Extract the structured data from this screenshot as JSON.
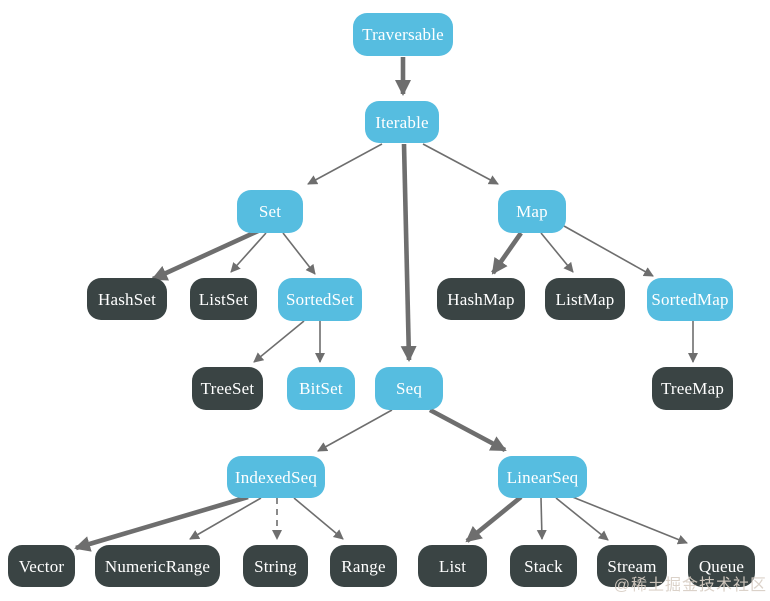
{
  "watermark": "@稀土掘金技术社区",
  "colors": {
    "trait_fill": "#56bde0",
    "class_fill": "#3a4444",
    "edge": "#6e6e6e",
    "label_text": "#ffffff",
    "background": "#ffffff",
    "watermark_text": "#d8cec4"
  },
  "nodes": {
    "traversable": {
      "label": "Traversable",
      "kind": "trait"
    },
    "iterable": {
      "label": "Iterable",
      "kind": "trait"
    },
    "set": {
      "label": "Set",
      "kind": "trait"
    },
    "map": {
      "label": "Map",
      "kind": "trait"
    },
    "hashset": {
      "label": "HashSet",
      "kind": "class"
    },
    "listset": {
      "label": "ListSet",
      "kind": "class"
    },
    "sortedset": {
      "label": "SortedSet",
      "kind": "trait"
    },
    "hashmap": {
      "label": "HashMap",
      "kind": "class"
    },
    "listmap": {
      "label": "ListMap",
      "kind": "class"
    },
    "sortedmap": {
      "label": "SortedMap",
      "kind": "trait"
    },
    "treeset": {
      "label": "TreeSet",
      "kind": "class"
    },
    "bitset": {
      "label": "BitSet",
      "kind": "trait"
    },
    "seq": {
      "label": "Seq",
      "kind": "trait"
    },
    "treemap": {
      "label": "TreeMap",
      "kind": "class"
    },
    "indexedseq": {
      "label": "IndexedSeq",
      "kind": "trait"
    },
    "linearseq": {
      "label": "LinearSeq",
      "kind": "trait"
    },
    "vector": {
      "label": "Vector",
      "kind": "class"
    },
    "numericrange": {
      "label": "NumericRange",
      "kind": "class"
    },
    "string": {
      "label": "String",
      "kind": "class"
    },
    "range": {
      "label": "Range",
      "kind": "class"
    },
    "list": {
      "label": "List",
      "kind": "class"
    },
    "stack": {
      "label": "Stack",
      "kind": "class"
    },
    "stream": {
      "label": "Stream",
      "kind": "class"
    },
    "queue": {
      "label": "Queue",
      "kind": "class"
    }
  },
  "edges": [
    {
      "from": "Traversable",
      "to": "Iterable",
      "emphasis": "strong",
      "dashed": false
    },
    {
      "from": "Iterable",
      "to": "Set",
      "emphasis": "normal",
      "dashed": false
    },
    {
      "from": "Iterable",
      "to": "Map",
      "emphasis": "normal",
      "dashed": false
    },
    {
      "from": "Iterable",
      "to": "Seq",
      "emphasis": "strong",
      "dashed": false
    },
    {
      "from": "Set",
      "to": "HashSet",
      "emphasis": "strong",
      "dashed": false
    },
    {
      "from": "Set",
      "to": "ListSet",
      "emphasis": "normal",
      "dashed": false
    },
    {
      "from": "Set",
      "to": "SortedSet",
      "emphasis": "normal",
      "dashed": false
    },
    {
      "from": "Map",
      "to": "HashMap",
      "emphasis": "strong",
      "dashed": false
    },
    {
      "from": "Map",
      "to": "ListMap",
      "emphasis": "normal",
      "dashed": false
    },
    {
      "from": "Map",
      "to": "SortedMap",
      "emphasis": "normal",
      "dashed": false
    },
    {
      "from": "SortedSet",
      "to": "TreeSet",
      "emphasis": "normal",
      "dashed": false
    },
    {
      "from": "SortedSet",
      "to": "BitSet",
      "emphasis": "normal",
      "dashed": false
    },
    {
      "from": "SortedMap",
      "to": "TreeMap",
      "emphasis": "normal",
      "dashed": false
    },
    {
      "from": "Seq",
      "to": "IndexedSeq",
      "emphasis": "normal",
      "dashed": false
    },
    {
      "from": "Seq",
      "to": "LinearSeq",
      "emphasis": "strong",
      "dashed": false
    },
    {
      "from": "IndexedSeq",
      "to": "Vector",
      "emphasis": "strong",
      "dashed": false
    },
    {
      "from": "IndexedSeq",
      "to": "NumericRange",
      "emphasis": "normal",
      "dashed": false
    },
    {
      "from": "IndexedSeq",
      "to": "String",
      "emphasis": "normal",
      "dashed": true
    },
    {
      "from": "IndexedSeq",
      "to": "Range",
      "emphasis": "normal",
      "dashed": false
    },
    {
      "from": "LinearSeq",
      "to": "List",
      "emphasis": "strong",
      "dashed": false
    },
    {
      "from": "LinearSeq",
      "to": "Stack",
      "emphasis": "normal",
      "dashed": false
    },
    {
      "from": "LinearSeq",
      "to": "Stream",
      "emphasis": "normal",
      "dashed": false
    },
    {
      "from": "LinearSeq",
      "to": "Queue",
      "emphasis": "normal",
      "dashed": false
    }
  ]
}
